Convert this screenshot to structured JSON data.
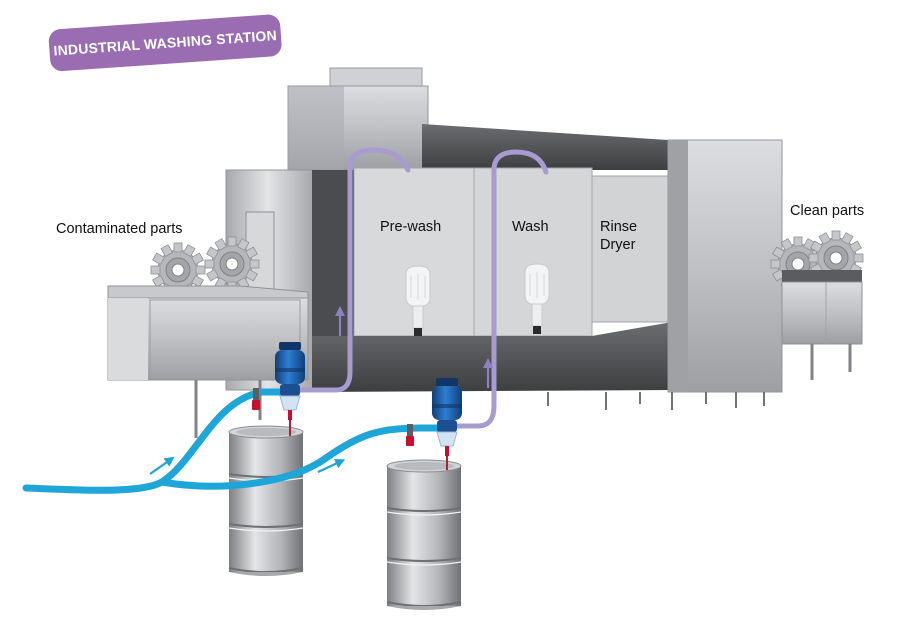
{
  "badge": {
    "text": "INDUSTRIAL WASHING STATION"
  },
  "labels": {
    "contaminated": "Contaminated parts",
    "prewash": "Pre-wash",
    "wash": "Wash",
    "rinse": "Rinse",
    "dryer": "Dryer",
    "clean": "Clean parts"
  },
  "colors": {
    "badge": "#9a6db3",
    "water_line": "#1fa6d8",
    "chemical_line": "#a79bd0",
    "machine_metal": "#b9bbbe",
    "pump_body": "#1e63b4",
    "valve": "#c8102e"
  },
  "icons": [
    "gear-icon",
    "drum-icon",
    "dosing-pump-icon",
    "valve-icon",
    "nozzle-icon",
    "flow-arrow-icon"
  ]
}
